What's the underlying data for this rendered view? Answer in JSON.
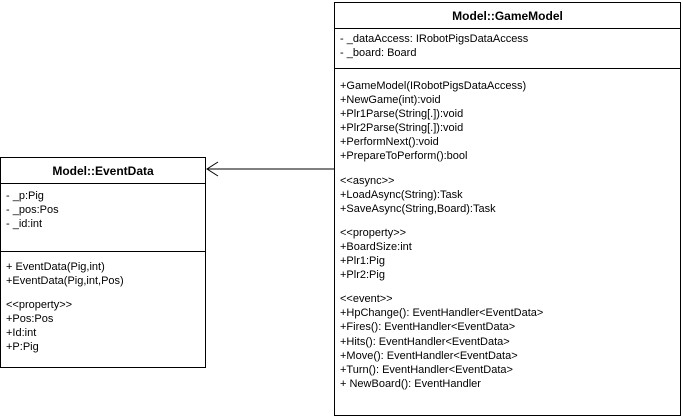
{
  "game_model": {
    "title": "Model::GameModel",
    "fields": [
      "- _dataAccess: IRobotPigsDataAccess",
      "- _board: Board"
    ],
    "method_groups": [
      [
        "+GameModel(IRobotPigsDataAccess)",
        "+NewGame(int):void",
        "+Plr1Parse(String[.]):void",
        "+Plr2Parse(String[.]):void",
        "+PerformNext():void",
        "+PrepareToPerform():bool"
      ],
      [
        "<<async>>",
        "+LoadAsync(String):Task",
        "+SaveAsync(String,Board):Task"
      ],
      [
        "<<property>>",
        "+BoardSize:int",
        "+Plr1:Pig",
        "+Plr2:Pig"
      ],
      [
        "<<event>>",
        "+HpChange(): EventHandler<EventData>",
        "+Fires(): EventHandler<EventData>",
        "+Hits(): EventHandler<EventData>",
        "+Move(): EventHandler<EventData>",
        "+Turn(): EventHandler<EventData>",
        "+ NewBoard(): EventHandler"
      ]
    ]
  },
  "event_data": {
    "title": "Model::EventData",
    "fields": [
      "- _p:Pig",
      "- _pos:Pos",
      "- _id:int"
    ],
    "method_groups": [
      [
        "+ EventData(Pig,int)",
        "+EventData(Pig,int,Pos)"
      ],
      [
        "<<property>>",
        "+Pos:Pos",
        "+Id:int",
        "+P:Pig"
      ]
    ]
  },
  "colors": {
    "stroke": "#000000",
    "fill": "#ffffff",
    "text": "#000000"
  }
}
